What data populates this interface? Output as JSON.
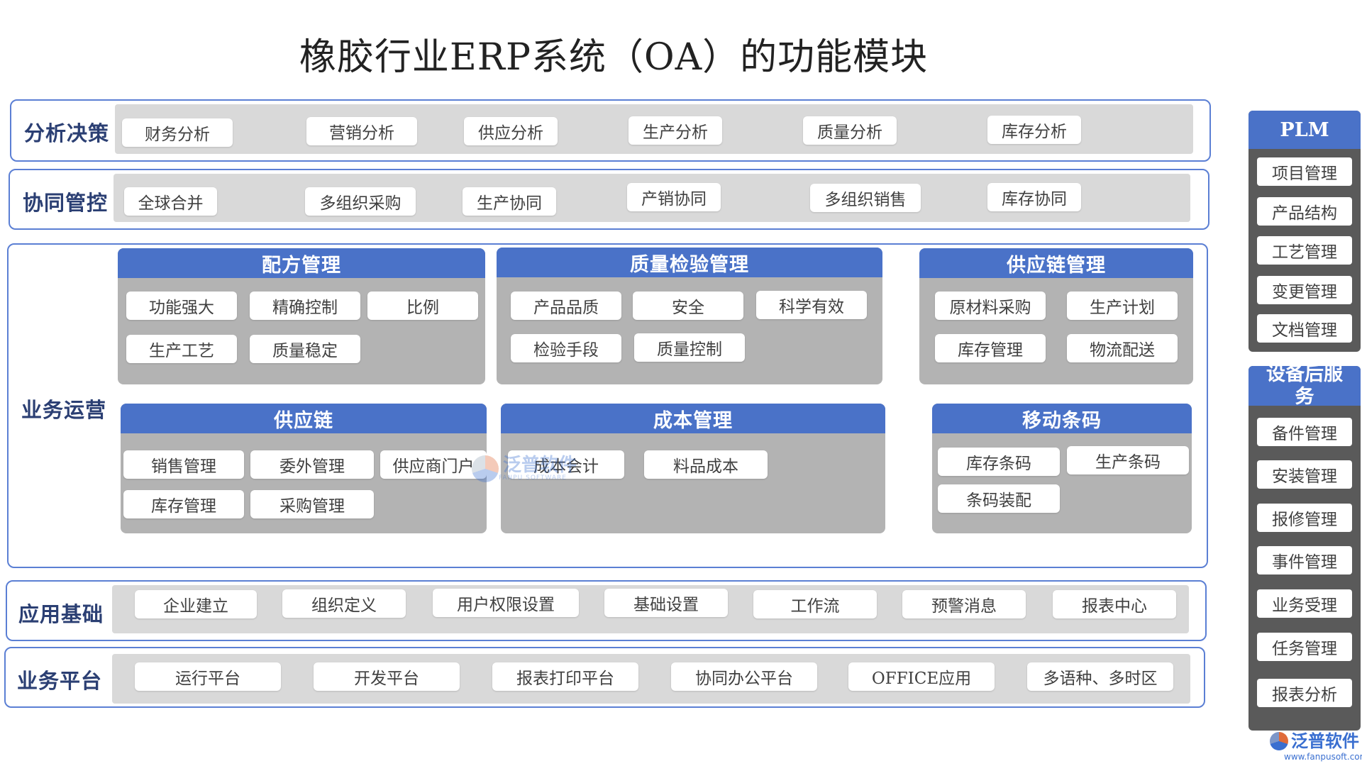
{
  "title": "橡胶行业ERP系统（OA）的功能模块",
  "rows": {
    "analysis": {
      "label": "分析决策",
      "items": [
        "财务分析",
        "营销分析",
        "供应分析",
        "生产分析",
        "质量分析",
        "库存分析"
      ]
    },
    "collab": {
      "label": "协同管控",
      "items": [
        "全球合并",
        "多组织采购",
        "生产协同",
        "产销协同",
        "多组织销售",
        "库存协同"
      ]
    },
    "operations": {
      "label": "业务运营",
      "panels": [
        {
          "title": "配方管理",
          "items": [
            "功能强大",
            "精确控制",
            "比例",
            "生产工艺",
            "质量稳定"
          ]
        },
        {
          "title": "质量检验管理",
          "items": [
            "产品品质",
            "安全",
            "科学有效",
            "检验手段",
            "质量控制"
          ]
        },
        {
          "title": "供应链管理",
          "items": [
            "原材料采购",
            "生产计划",
            "库存管理",
            "物流配送"
          ]
        },
        {
          "title": "供应链",
          "items": [
            "销售管理",
            "委外管理",
            "供应商门户",
            "库存管理",
            "采购管理"
          ]
        },
        {
          "title": "成本管理",
          "items": [
            "成本会计",
            "料品成本"
          ]
        },
        {
          "title": "移动条码",
          "items": [
            "库存条码",
            "生产条码",
            "条码装配"
          ]
        }
      ]
    },
    "foundation": {
      "label": "应用基础",
      "items": [
        "企业建立",
        "组织定义",
        "用户权限设置",
        "基础设置",
        "工作流",
        "预警消息",
        "报表中心"
      ]
    },
    "platform": {
      "label": "业务平台",
      "items": [
        "运行平台",
        "开发平台",
        "报表打印平台",
        "协同办公平台",
        "OFFICE应用",
        "多语种、多时区"
      ]
    }
  },
  "side": {
    "plm": {
      "title": "PLM",
      "items": [
        "项目管理",
        "产品结构",
        "工艺管理",
        "变更管理",
        "文档管理"
      ]
    },
    "after_sales": {
      "title": "设备后服务",
      "items": [
        "备件管理",
        "安装管理",
        "报修管理",
        "事件管理",
        "业务受理",
        "任务管理",
        "报表分析"
      ]
    }
  },
  "watermark": {
    "name": "泛普软件",
    "sub": "FANPU SOFTWARE"
  },
  "brand": {
    "name": "泛普软件",
    "url": "www.fanpusoft.com"
  },
  "colors": {
    "accent": "#4a72c8",
    "frame": "#5b7fd4",
    "panel": "#b3b3b3",
    "band": "#d9d9d9",
    "side": "#5a5a5a"
  }
}
